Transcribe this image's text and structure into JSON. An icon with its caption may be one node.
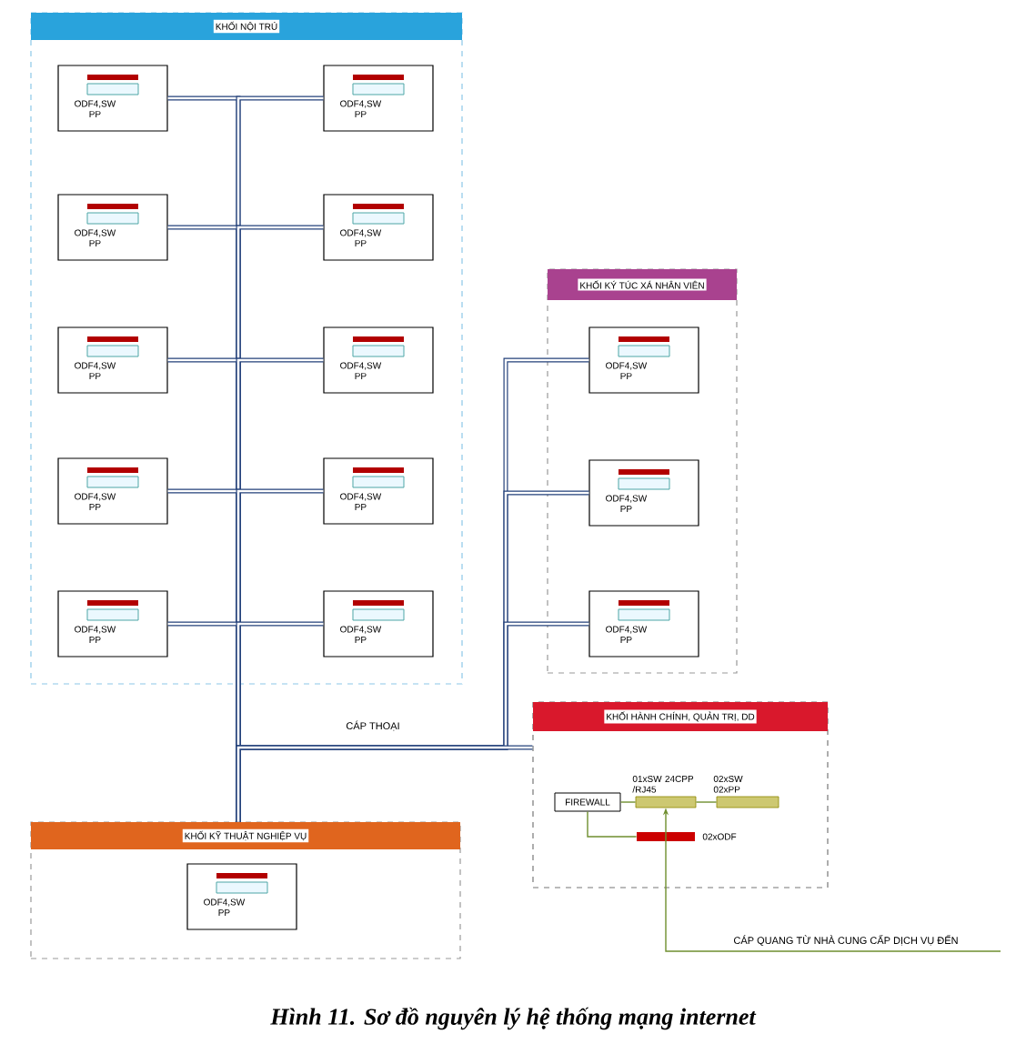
{
  "diagram": {
    "caption": "Hình 11. Sơ đồ nguyên lý hệ thống mạng internet",
    "nodes": [
      {
        "text": [
          "KHỐI NỘI TRÚ"
        ]
      },
      {
        "text": [
          "ODF4,SW PP"
        ],
        "in": 0
      },
      {
        "text": [
          "ODF4,SW PP"
        ],
        "in": 0
      },
      {
        "text": [
          "ODF4,SW PP"
        ],
        "in": 0
      },
      {
        "text": [
          "ODF4,SW PP"
        ],
        "in": 0
      },
      {
        "text": [
          "ODF4,SW PP"
        ],
        "in": 0
      },
      {
        "text": [
          "ODF4,SW PP"
        ],
        "in": 0
      },
      {
        "text": [
          "ODF4,SW PP"
        ],
        "in": 0
      },
      {
        "text": [
          "ODF4,SW PP"
        ],
        "in": 0
      },
      {
        "text": [
          "ODF4,SW PP"
        ],
        "in": 0
      },
      {
        "text": [
          "ODF4,SW PP"
        ],
        "in": 0
      },
      {
        "text": [
          "KHỐI KÝ TÚC XÁ NHÂN VIÊN"
        ]
      },
      {
        "text": [
          "ODF4,SW PP"
        ],
        "in": 11
      },
      {
        "text": [
          "ODF4,SW PP"
        ],
        "in": 11
      },
      {
        "text": [
          "ODF4,SW PP"
        ],
        "in": 11
      },
      {
        "text": [
          "KHỐI HÀNH CHÍNH, QUẢN TRỊ, DD"
        ]
      },
      {
        "text": [
          "FIREWALL"
        ],
        "in": 15
      },
      {
        "text": [
          "01xSW 24CPP /RJ45"
        ],
        "in": 15
      },
      {
        "text": [
          "02xSW 02xPP"
        ],
        "in": 15
      },
      {
        "text": [
          "02xODF"
        ],
        "in": 15
      },
      {
        "text": [
          "KHỐI KỸ THUẬT NGHIỆP VỤ"
        ]
      },
      {
        "text": [
          "ODF4,SW PP"
        ],
        "in": 20
      }
    ],
    "edges": [
      {
        "from": 1,
        "to": 20,
        "arrow": "none"
      },
      {
        "from": 2,
        "to": 20,
        "arrow": "none"
      },
      {
        "from": 3,
        "to": 20,
        "arrow": "none"
      },
      {
        "from": 4,
        "to": 20,
        "arrow": "none"
      },
      {
        "from": 5,
        "to": 20,
        "arrow": "none"
      },
      {
        "from": 6,
        "to": 20,
        "arrow": "none"
      },
      {
        "from": 7,
        "to": 20,
        "arrow": "none"
      },
      {
        "from": 8,
        "to": 20,
        "arrow": "none"
      },
      {
        "from": 9,
        "to": 20,
        "arrow": "none"
      },
      {
        "from": 10,
        "to": 20,
        "arrow": "none"
      },
      {
        "from": 12,
        "to": 20,
        "arrow": "none"
      },
      {
        "from": 13,
        "to": 20,
        "arrow": "none"
      },
      {
        "from": 14,
        "to": 20,
        "arrow": "none"
      },
      {
        "from": 15,
        "to": 20,
        "arrow": "none",
        "label": "CÁP THOẠI"
      },
      {
        "from": 16,
        "to": 17,
        "arrow": "none",
        "color": "#6f8f2f"
      },
      {
        "from": 17,
        "to": 18,
        "arrow": "none",
        "color": "#6f8f2f"
      },
      {
        "from": 16,
        "to": 19,
        "arrow": "none",
        "color": "#6f8f2f"
      },
      {
        "from": null,
        "to": 17,
        "arrow": "to",
        "color": "#6f8f2f",
        "label": "CÁP QUANG TỪ NHÀ CUNG CẤP DỊCH VỤ ĐẾN"
      }
    ]
  }
}
